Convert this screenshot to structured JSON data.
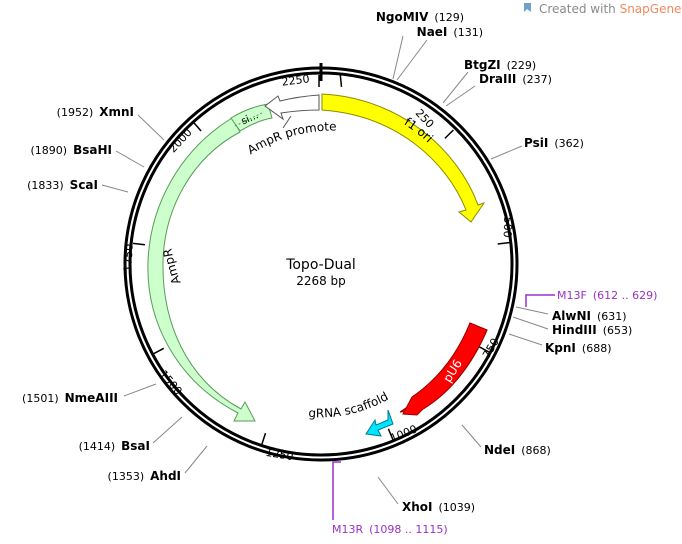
{
  "watermark": {
    "prefix": "Created with ",
    "brand": "SnapGene",
    "tm": "™",
    "brand_color": "#f08a5d"
  },
  "plasmid": {
    "name": "Topo-Dual",
    "length_label": "2268 bp",
    "length": 2268
  },
  "ticks": [
    "250",
    "500",
    "750",
    "1000",
    "1250",
    "1500",
    "1750",
    "2000",
    "2250"
  ],
  "sites": [
    {
      "name": "NgoMIV",
      "pos": "(129)"
    },
    {
      "name": "NaeI",
      "pos": "(131)"
    },
    {
      "name": "BtgZI",
      "pos": "(229)"
    },
    {
      "name": "DraIII",
      "pos": "(237)"
    },
    {
      "name": "PsiI",
      "pos": "(362)"
    },
    {
      "name": "AlwNI",
      "pos": "(631)"
    },
    {
      "name": "HindIII",
      "pos": "(653)"
    },
    {
      "name": "KpnI",
      "pos": "(688)"
    },
    {
      "name": "NdeI",
      "pos": "(868)"
    },
    {
      "name": "XhoI",
      "pos": "(1039)"
    },
    {
      "name": "AhdI",
      "pos": "(1353)"
    },
    {
      "name": "BsaI",
      "pos": "(1414)"
    },
    {
      "name": "NmeAIII",
      "pos": "(1501)"
    },
    {
      "name": "ScaI",
      "pos": "(1833)"
    },
    {
      "name": "BsaHI",
      "pos": "(1890)"
    },
    {
      "name": "XmnI",
      "pos": "(1952)"
    }
  ],
  "primers": [
    {
      "name": "M13F",
      "range": "(612 .. 629)",
      "color": "#9b30c8"
    },
    {
      "name": "M13R",
      "range": "(1098 .. 1115)",
      "color": "#9b30c8"
    }
  ],
  "features": [
    {
      "name": "f1 ori",
      "color": "#ffff00"
    },
    {
      "name": "pU6",
      "color": "#ff0000"
    },
    {
      "name": "gRNA scaffold",
      "color": "#00e5ff"
    },
    {
      "name": "AmpR",
      "color": "#ccffcc"
    },
    {
      "name": "si...",
      "color": "#ccffcc"
    },
    {
      "name": "AmpR promoter",
      "color": "#ffffff"
    }
  ]
}
